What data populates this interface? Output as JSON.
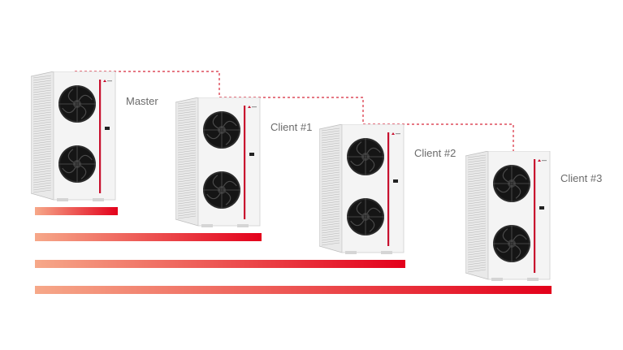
{
  "units": [
    {
      "label": "Master"
    },
    {
      "label": "Client #1"
    },
    {
      "label": "Client #2"
    },
    {
      "label": "Client #3"
    }
  ],
  "colors": {
    "bar_start": "#f6a889",
    "bar_end": "#e3001b",
    "dashed_link": "#d7283a",
    "brand_stripe": "#c8102e",
    "unit_body": "#f4f4f4",
    "fan": "#151515"
  }
}
